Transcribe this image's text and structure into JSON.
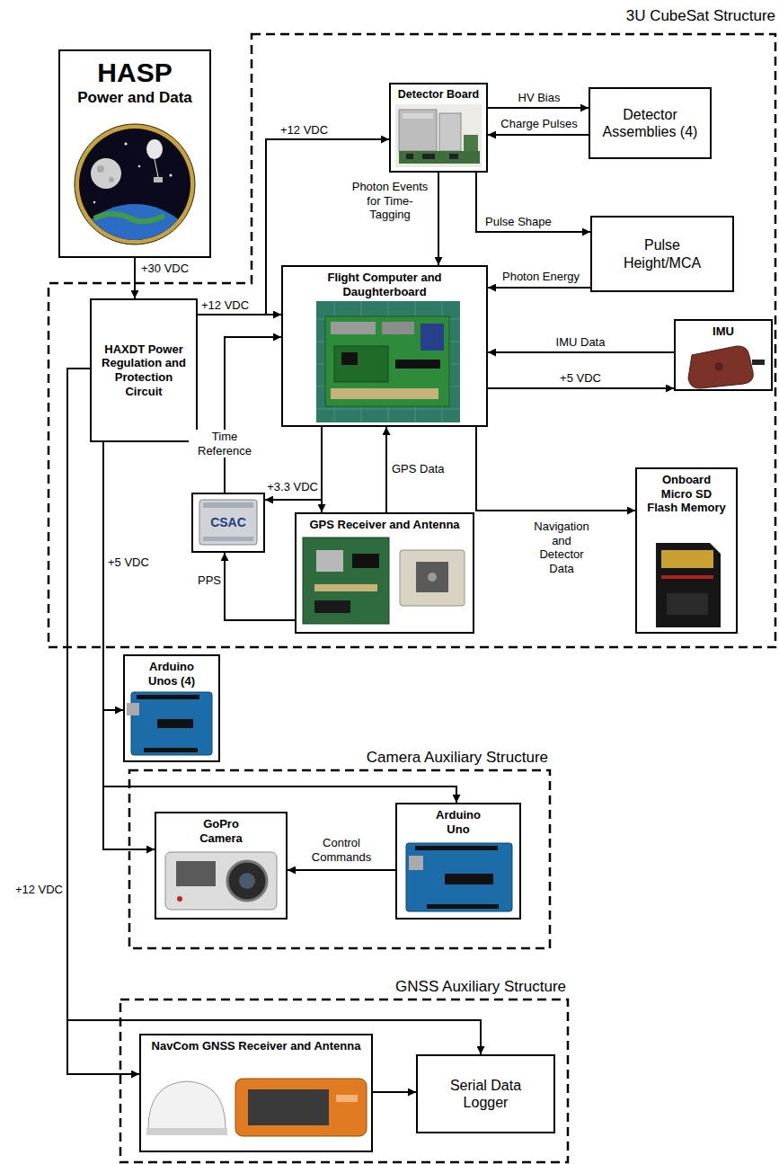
{
  "diagram": {
    "nodes": [
      {
        "text": [
          "HASP",
          "Power and Data"
        ]
      },
      {
        "text": [
          "3U CubeSat Structure"
        ]
      },
      {
        "text": [
          "Detector Board"
        ],
        "in": 1
      },
      {
        "text": [
          "Detector Assemblies (4)"
        ],
        "in": 1
      },
      {
        "text": [
          "Pulse Height/MCA"
        ],
        "in": 1
      },
      {
        "text": [
          "Flight Computer and Daughterboard"
        ],
        "in": 1
      },
      {
        "text": [
          "HAXDT Power Regulation and Protection Circuit"
        ],
        "in": 1
      },
      {
        "text": [
          "IMU"
        ],
        "in": 1
      },
      {
        "text": [
          "Onboard Micro SD Flash Memory"
        ],
        "in": 1
      },
      {
        "text": [
          "CSAC"
        ],
        "in": 1
      },
      {
        "text": [
          "GPS Receiver and Antenna"
        ],
        "in": 1
      },
      {
        "text": [
          "Arduino Unos (4)"
        ]
      },
      {
        "text": [
          "Camera Auxiliary Structure"
        ]
      },
      {
        "text": [
          "GoPro Camera"
        ],
        "in": 12
      },
      {
        "text": [
          "Arduino Uno"
        ],
        "in": 12
      },
      {
        "text": [
          "GNSS Auxiliary Structure"
        ]
      },
      {
        "text": [
          "NavCom GNSS Receiver and Antenna"
        ],
        "in": 15
      },
      {
        "text": [
          "Serial Data Logger"
        ],
        "in": 15
      }
    ],
    "edges": [
      {
        "from": 0,
        "to": 6,
        "label": "+30 VDC",
        "arrow": "to"
      },
      {
        "from": 6,
        "to": 2,
        "label": "+12 VDC",
        "arrow": "to"
      },
      {
        "from": 6,
        "to": 5,
        "label": "+12 VDC",
        "arrow": "to"
      },
      {
        "from": 2,
        "to": 3,
        "label": "HV Bias",
        "arrow": "to"
      },
      {
        "from": 3,
        "to": 2,
        "label": "Charge Pulses",
        "arrow": "to"
      },
      {
        "from": 2,
        "to": 5,
        "label": "Photon Events for Time-Tagging",
        "arrow": "to"
      },
      {
        "from": 2,
        "to": 4,
        "label": "Pulse Shape",
        "arrow": "to"
      },
      {
        "from": 4,
        "to": 5,
        "label": "Photon Energy",
        "arrow": "to"
      },
      {
        "from": 7,
        "to": 5,
        "label": "IMU Data",
        "arrow": "to"
      },
      {
        "from": 5,
        "to": 7,
        "label": "+5 VDC",
        "arrow": "to"
      },
      {
        "from": 9,
        "to": 5,
        "label": "Time Reference",
        "arrow": "to"
      },
      {
        "from": 5,
        "to": 9,
        "label": "+3.3 VDC",
        "arrow": "to"
      },
      {
        "from": 5,
        "to": 10,
        "arrow": "to"
      },
      {
        "from": 10,
        "to": 5,
        "label": "GPS Data",
        "arrow": "to"
      },
      {
        "from": 10,
        "to": 9,
        "label": "PPS",
        "arrow": "to"
      },
      {
        "from": 5,
        "to": 8,
        "label": "Navigation and Detector Data",
        "arrow": "to"
      },
      {
        "from": 6,
        "to": 11,
        "label": "+5 VDC",
        "arrow": "to"
      },
      {
        "from": 6,
        "to": 14,
        "arrow": "to"
      },
      {
        "from": 6,
        "to": 13,
        "arrow": "to"
      },
      {
        "from": 14,
        "to": 13,
        "label": "Control Commands",
        "arrow": "to"
      },
      {
        "from": 6,
        "to": 17,
        "label": "+12 VDC",
        "arrow": "to"
      },
      {
        "from": 6,
        "to": 16,
        "arrow": "to"
      },
      {
        "from": 16,
        "to": 17,
        "arrow": "to"
      }
    ]
  }
}
